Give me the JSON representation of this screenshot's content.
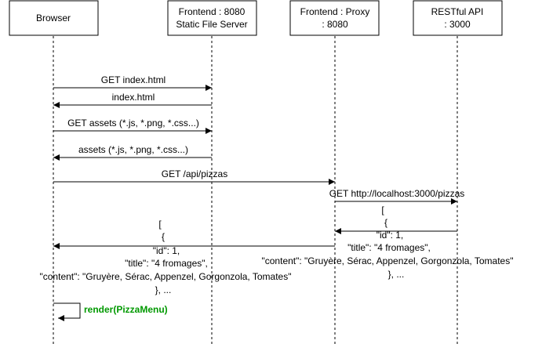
{
  "participants": {
    "browser": "Browser",
    "frontend_static": [
      "Frontend : 8080",
      "Static File Server"
    ],
    "frontend_proxy": [
      "Frontend : Proxy",
      ": 8080"
    ],
    "api": [
      "RESTful API",
      ": 3000"
    ]
  },
  "messages": {
    "get_index": "GET index.html",
    "index": "index.html",
    "get_assets": "GET assets (*.js, *.png, *.css...)",
    "assets": "assets (*.js, *.png, *.css...)",
    "get_api_pizzas": "GET /api/pizzas",
    "get_localhost": "GET http://localhost:3000/pizzas",
    "render": "render(PizzaMenu)"
  },
  "json_response": [
    "[",
    "{",
    "\"id\": 1,",
    "\"title\": \"4 fromages\",",
    "\"content\": \"Gruyère, Sérac, Appenzel, Gorgonzola, Tomates\"",
    "}, ..."
  ]
}
